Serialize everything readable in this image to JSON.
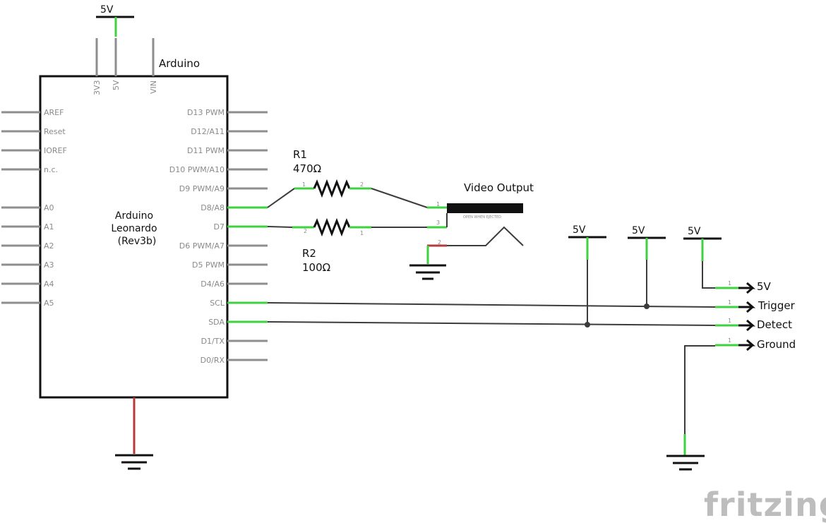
{
  "arduino": {
    "part_title": "Arduino",
    "name_lines": [
      "Arduino",
      "Leonardo",
      "(Rev3b)"
    ],
    "top_pins": [
      "3V3",
      "5V",
      "VIN"
    ],
    "left_pins_top": [
      "AREF",
      "Reset",
      "IOREF",
      "n.c."
    ],
    "left_pins_analog": [
      "A0",
      "A1",
      "A2",
      "A3",
      "A4",
      "A5"
    ],
    "right_pins": [
      "D13 PWM",
      "D12/A11",
      "D11 PWM",
      "D10 PWM/A10",
      "D9 PWM/A9",
      "D8/A8",
      "D7",
      "D6 PWM/A7",
      "D5 PWM",
      "D4/A6",
      "SCL",
      "SDA",
      "D1/TX",
      "D0/RX"
    ]
  },
  "power": {
    "supply_label": "5V"
  },
  "r1": {
    "name": "R1",
    "value": "470Ω",
    "pin_left": "1",
    "pin_right": "2"
  },
  "r2": {
    "name": "R2",
    "value": "100Ω",
    "pin_left": "2",
    "pin_right": "1"
  },
  "video": {
    "title": "Video Output",
    "pin1": "1",
    "pin3": "3",
    "pin2": "2",
    "tiny_text": "OPEN WHEN\nEJECTED"
  },
  "outputs": [
    {
      "label": "5V",
      "pin": "1"
    },
    {
      "label": "Trigger",
      "pin": "1"
    },
    {
      "label": "Detect",
      "pin": "1"
    },
    {
      "label": "Ground",
      "pin": "1"
    }
  ],
  "logo": {
    "text": "fritzing",
    "color": "#bdbdbd"
  }
}
